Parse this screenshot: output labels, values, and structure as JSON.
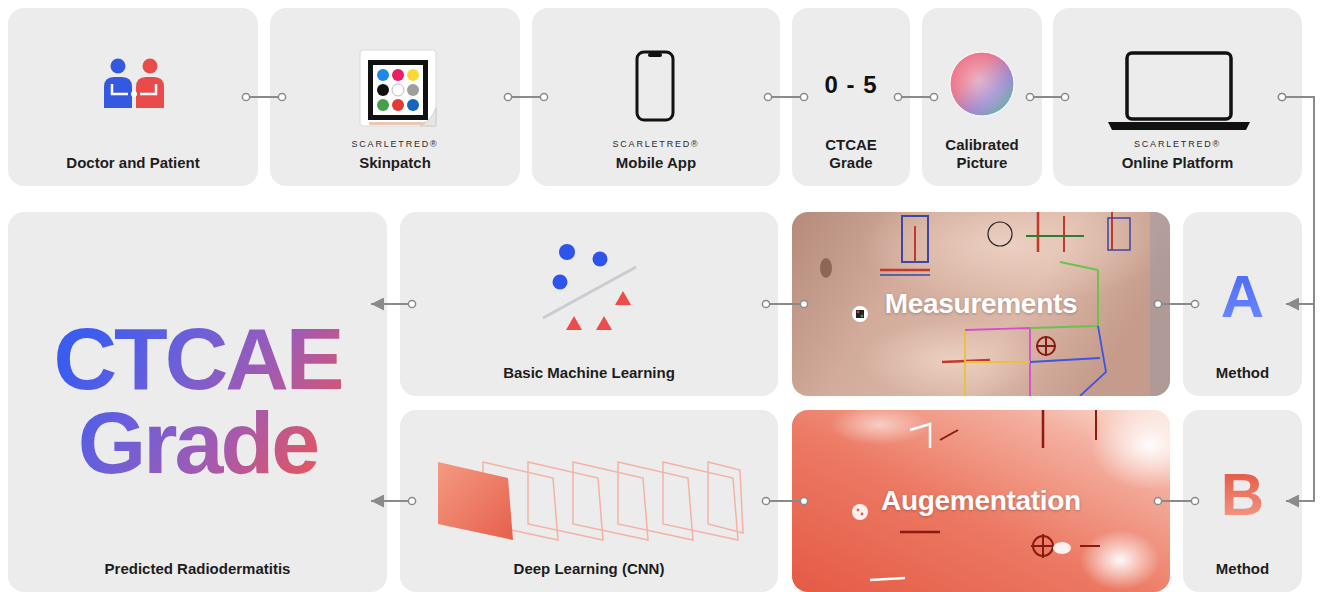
{
  "diagram": {
    "nodes": [
      {
        "text": [
          "Doctor and Patient"
        ]
      },
      {
        "text": [
          "SCARLETRED®",
          "Skinpatch"
        ]
      },
      {
        "text": [
          "SCARLETRED®",
          "Mobile App"
        ]
      },
      {
        "text": [
          "0 - 5",
          "CTCAE Grade"
        ]
      },
      {
        "text": [
          "Calibrated Picture"
        ]
      },
      {
        "text": [
          "SCARLETRED®",
          "Online Platform"
        ]
      },
      {
        "text": [
          "CTCAE Grade",
          "Predicted Radiodermatitis"
        ]
      },
      {
        "text": [
          "Basic Machine Learning"
        ]
      },
      {
        "text": [
          "Measurements"
        ]
      },
      {
        "text": [
          "A",
          "Method"
        ]
      },
      {
        "text": [
          "Deep Learning (CNN)"
        ]
      },
      {
        "text": [
          "Augementation"
        ]
      },
      {
        "text": [
          "B",
          "Method"
        ]
      }
    ],
    "edges": [
      {
        "from": 0,
        "to": 1,
        "arrow": "none"
      },
      {
        "from": 1,
        "to": 2,
        "arrow": "none"
      },
      {
        "from": 2,
        "to": 3,
        "arrow": "none"
      },
      {
        "from": 3,
        "to": 4,
        "arrow": "none"
      },
      {
        "from": 4,
        "to": 5,
        "arrow": "none"
      },
      {
        "from": 5,
        "to": 9,
        "arrow": "to"
      },
      {
        "from": 5,
        "to": 12,
        "arrow": "to"
      },
      {
        "from": 9,
        "to": 8,
        "arrow": "none"
      },
      {
        "from": 8,
        "to": 7,
        "arrow": "none"
      },
      {
        "from": 7,
        "to": 6,
        "arrow": "to"
      },
      {
        "from": 12,
        "to": 11,
        "arrow": "none"
      },
      {
        "from": 11,
        "to": 10,
        "arrow": "none"
      },
      {
        "from": 10,
        "to": 6,
        "arrow": "to"
      }
    ]
  }
}
